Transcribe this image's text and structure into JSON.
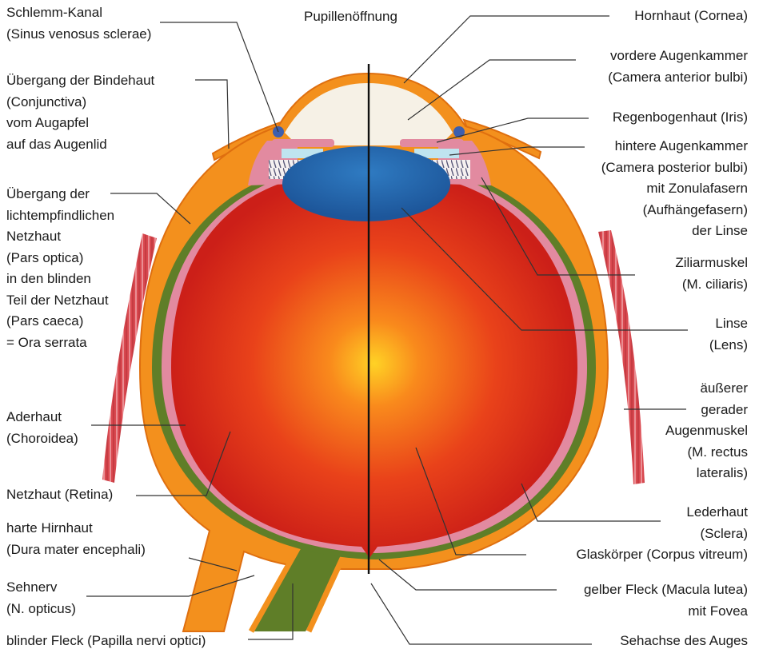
{
  "colors": {
    "sclera": "#f3901d",
    "sclera_dark": "#df6f0f",
    "choroid": "#5f7e28",
    "retina": "#e28aa0",
    "vitreous_center": "#ffd225",
    "vitreous_mid": "#e9421a",
    "vitreous_edge": "#cc1f18",
    "lens": "#2f7bc2",
    "lens_dark": "#1d569a",
    "cornea_fill": "#f6f1e6",
    "muscle": "#d9484f",
    "leader_line": "#333333",
    "axis_line": "#111111"
  },
  "labels": {
    "schlemm": [
      "Schlemm-Kanal",
      "(Sinus venosus sclerae)"
    ],
    "pupil": [
      "Pupillenöffnung"
    ],
    "cornea": [
      "Hornhaut (Cornea)"
    ],
    "anterior_chamber": [
      "vordere  Augenkammer",
      "(Camera anterior bulbi)"
    ],
    "conjunctiva": [
      "Übergang der Bindehaut",
      "(Conjunctiva)",
      "vom Augapfel",
      "auf das Augenlid"
    ],
    "iris": [
      "Regenbogenhaut (Iris)"
    ],
    "posterior_chamber": [
      "hintere Augenkammer",
      "(Camera posterior bulbi)",
      "mit Zonulafasern",
      "(Aufhängefasern)",
      "der Linse"
    ],
    "ora_serrata": [
      "Übergang der",
      "lichtempfindlichen",
      "Netzhaut",
      "(Pars optica)",
      "in den blinden",
      "Teil der Netzhaut",
      "(Pars caeca)",
      "= Ora serrata"
    ],
    "ciliary": [
      "Ziliarmuskel",
      "(M. ciliaris)"
    ],
    "lens": [
      "Linse",
      "(Lens)"
    ],
    "lateral_rectus": [
      "äußerer",
      "gerader",
      "Augenmuskel",
      "(M. rectus",
      "lateralis)"
    ],
    "choroid": [
      "Aderhaut",
      "(Choroidea)"
    ],
    "retina": [
      "Netzhaut (Retina)"
    ],
    "sclera": [
      "Lederhaut",
      "(Sclera)"
    ],
    "dura": [
      "harte Hirnhaut",
      "(Dura mater encephali)"
    ],
    "vitreous": [
      "Glaskörper (Corpus vitreum)"
    ],
    "optic_nerve": [
      "Sehnerv",
      "(N. opticus)"
    ],
    "macula": [
      "gelber Fleck (Macula lutea)",
      "mit Fovea"
    ],
    "blind_spot": [
      "blinder Fleck (Papilla nervi optici)"
    ],
    "visual_axis": [
      "Sehachse des Auges"
    ]
  }
}
